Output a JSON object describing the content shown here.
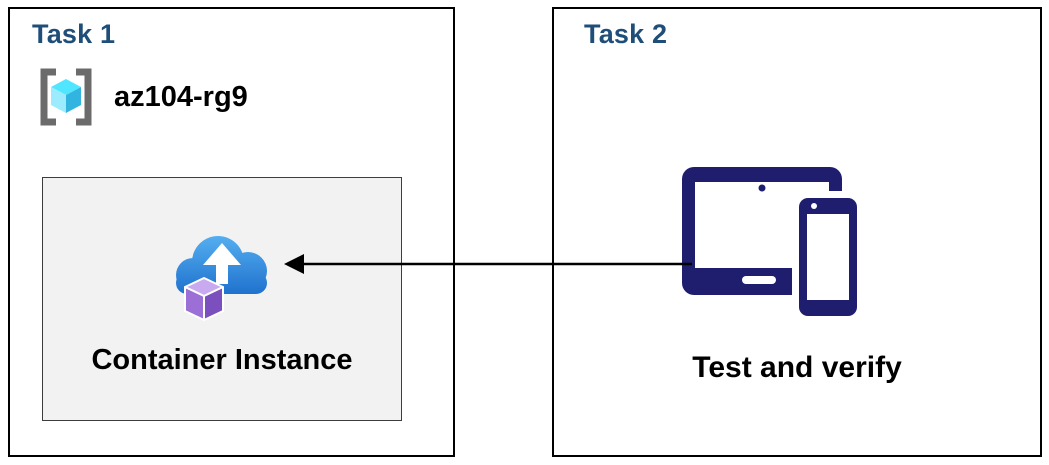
{
  "task1": {
    "title": "Task 1",
    "resource_group_label": "az104-rg9",
    "container_label": "Container Instance"
  },
  "task2": {
    "title": "Task 2",
    "devices_label": "Test and verify"
  },
  "icons": {
    "resource_group": "resource-group-brackets-cube-icon",
    "container_instance": "cloud-upload-container-icon",
    "devices": "tablet-and-phone-icon",
    "connector": "left-arrow-connector"
  },
  "colors": {
    "title_blue": "#1F4E79",
    "panel_border": "#000000",
    "container_box_bg": "#F2F2F2",
    "bracket_gray": "#6B6B6B",
    "cube_cyan_top": "#50E6FF",
    "cube_cyan_left": "#9CEBFF",
    "cube_cyan_right": "#32B4E0",
    "cloud_blue_light": "#55AEF0",
    "cloud_blue_dark": "#1F72CE",
    "cube_purple_top": "#C9A9F0",
    "cube_purple_left": "#9B6FD6",
    "cube_purple_right": "#7C4FBE",
    "device_navy": "#1F1D6E",
    "arrow_black": "#000000"
  }
}
